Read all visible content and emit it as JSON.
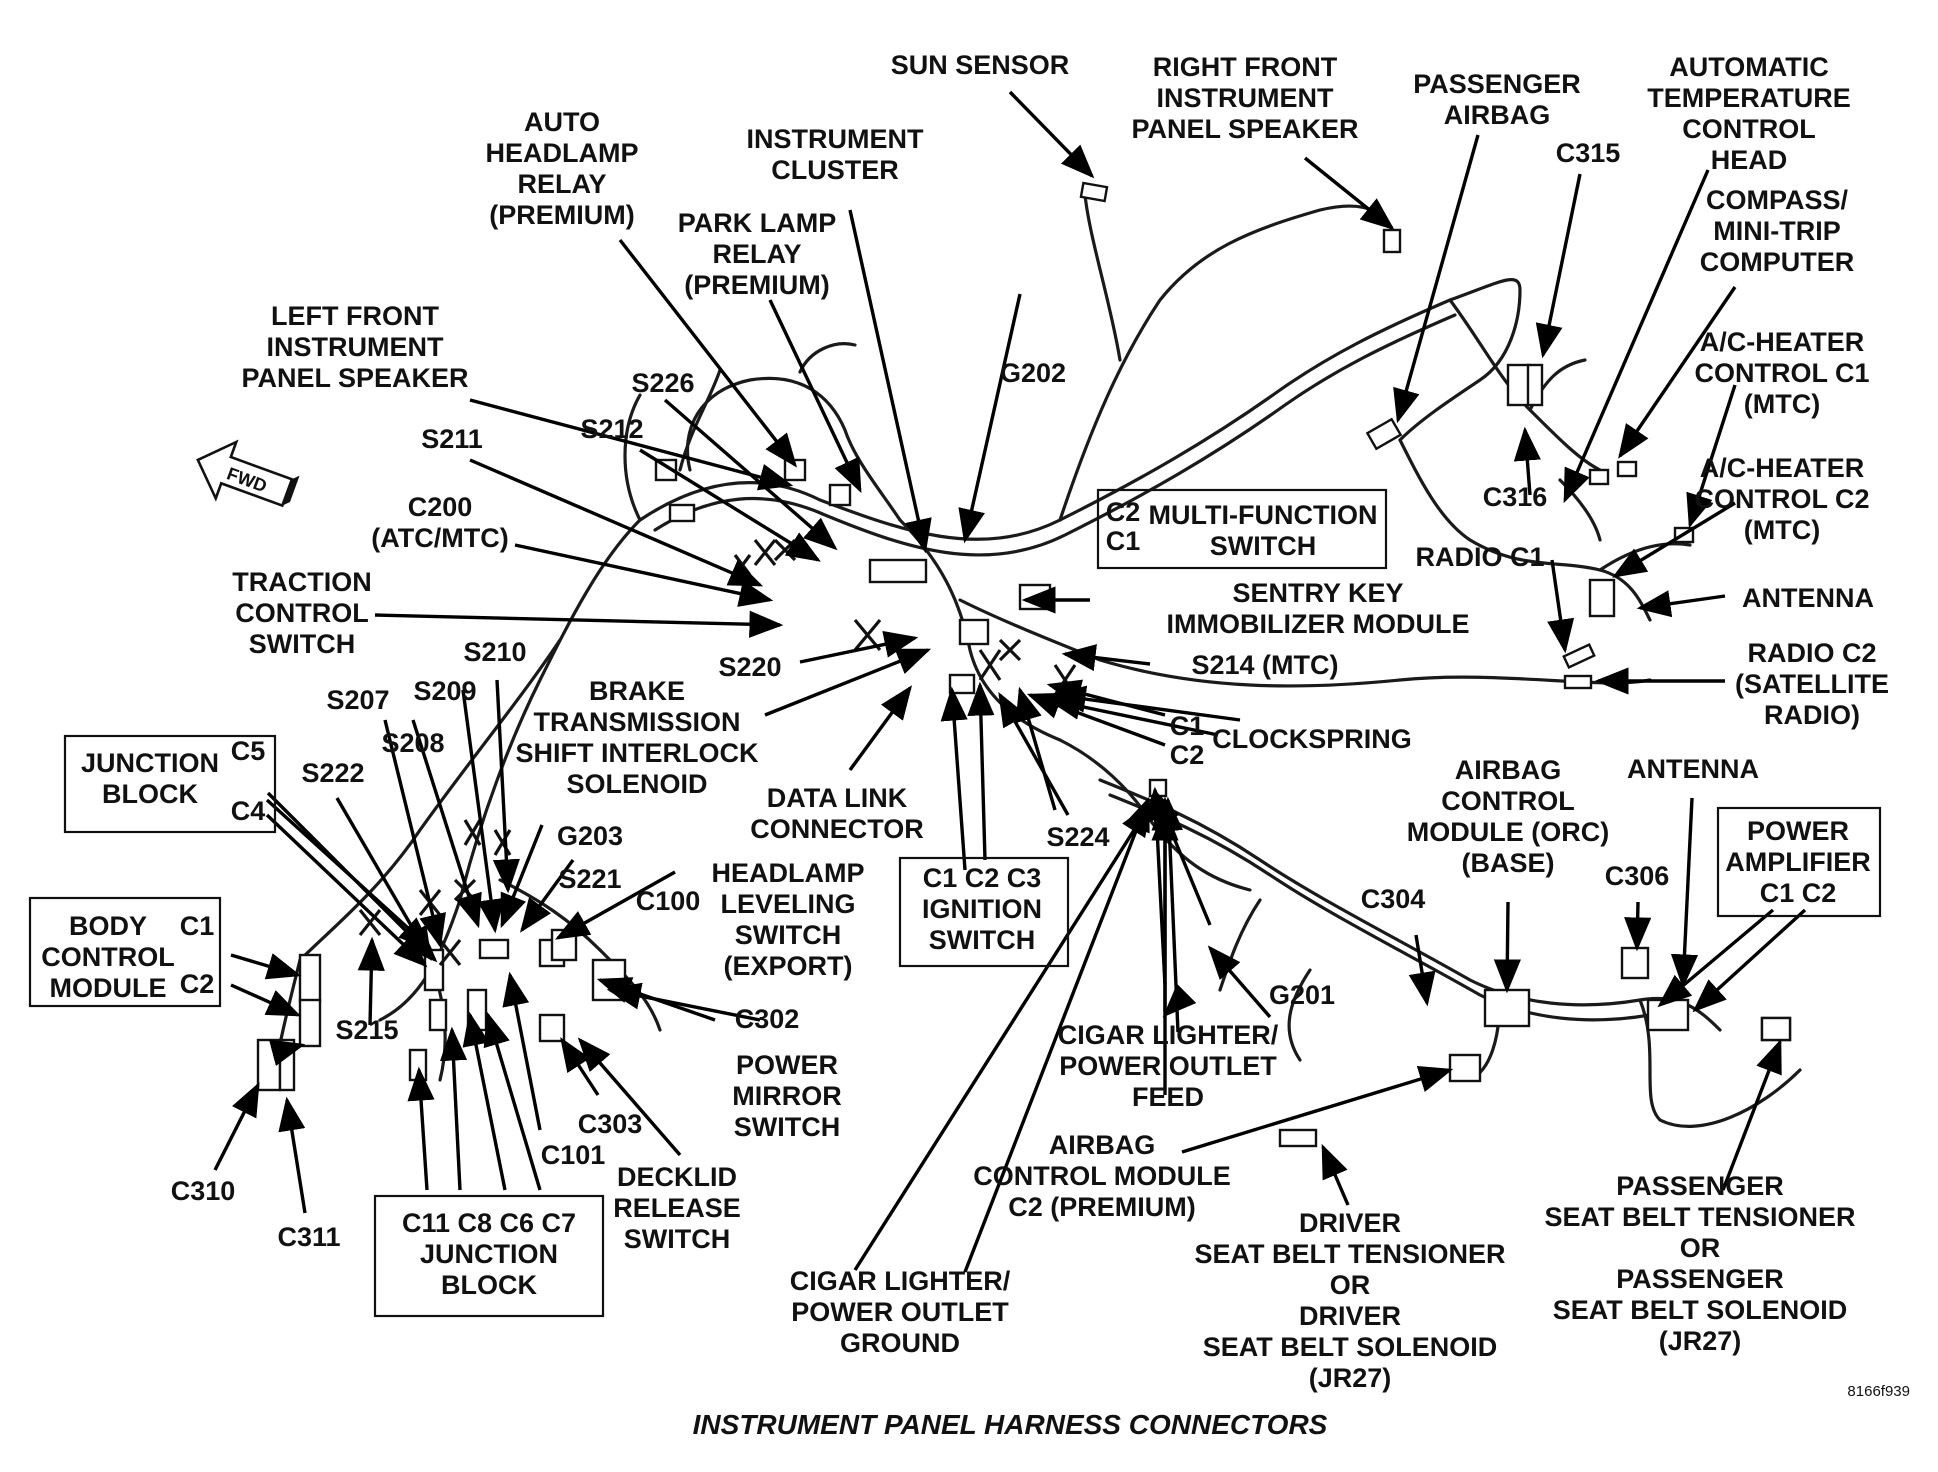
{
  "caption": "INSTRUMENT PANEL HARNESS CONNECTORS",
  "figure_ref": "8166f939",
  "fwd_label": "FWD",
  "labels": {
    "sun_sensor": [
      "SUN SENSOR"
    ],
    "right_front_speaker": [
      "RIGHT FRONT",
      "INSTRUMENT",
      "PANEL SPEAKER"
    ],
    "passenger_airbag": [
      "PASSENGER",
      "AIRBAG"
    ],
    "atc_head": [
      "AUTOMATIC",
      "TEMPERATURE",
      "CONTROL",
      "HEAD"
    ],
    "c315": [
      "C315"
    ],
    "compass": [
      "COMPASS/",
      "MINI-TRIP",
      "COMPUTER"
    ],
    "auto_headlamp_relay": [
      "AUTO",
      "HEADLAMP",
      "RELAY",
      "(PREMIUM)"
    ],
    "instrument_cluster": [
      "INSTRUMENT",
      "CLUSTER"
    ],
    "park_lamp_relay": [
      "PARK LAMP",
      "RELAY",
      "(PREMIUM)"
    ],
    "left_front_speaker": [
      "LEFT FRONT",
      "INSTRUMENT",
      "PANEL SPEAKER"
    ],
    "ac_heater_c1": [
      "A/C-HEATER",
      "CONTROL C1",
      "(MTC)"
    ],
    "s226": [
      "S226"
    ],
    "g202": [
      "G202"
    ],
    "s212": [
      "S212"
    ],
    "s211": [
      "S211"
    ],
    "c316": [
      "C316"
    ],
    "ac_heater_c2": [
      "A/C-HEATER",
      "CONTROL C2",
      "(MTC)"
    ],
    "c200": [
      "C200",
      "(ATC/MTC)"
    ],
    "mfs_c2": [
      "C2"
    ],
    "mfs_c1": [
      "C1"
    ],
    "multi_function_switch": [
      "MULTI-FUNCTION",
      "SWITCH"
    ],
    "radio_c1": [
      "RADIO C1"
    ],
    "traction_control": [
      "TRACTION",
      "CONTROL",
      "SWITCH"
    ],
    "antenna_upper": [
      "ANTENNA"
    ],
    "sentry_key": [
      "SENTRY KEY",
      "IMMOBILIZER MODULE"
    ],
    "s220": [
      "S220"
    ],
    "s214": [
      "S214 (MTC)"
    ],
    "radio_c2": [
      "RADIO C2",
      "(SATELLITE",
      "RADIO)"
    ],
    "s210": [
      "S210"
    ],
    "s207": [
      "S207"
    ],
    "s209": [
      "S209"
    ],
    "brake_shift_interlock": [
      "BRAKE",
      "TRANSMISSION",
      "SHIFT INTERLOCK",
      "SOLENOID"
    ],
    "clock_c1": [
      "C1"
    ],
    "clock_c2": [
      "C2"
    ],
    "clockspring": [
      "CLOCKSPRING"
    ],
    "s208": [
      "S208"
    ],
    "jb_c5": [
      "C5"
    ],
    "jb_c4": [
      "C4"
    ],
    "junction_block": [
      "JUNCTION",
      "BLOCK"
    ],
    "s222": [
      "S222"
    ],
    "data_link": [
      "DATA LINK",
      "CONNECTOR"
    ],
    "airbag_module_base": [
      "AIRBAG",
      "CONTROL",
      "MODULE (ORC)",
      "(BASE)"
    ],
    "antenna_lower": [
      "ANTENNA"
    ],
    "power_amp": [
      "POWER",
      "AMPLIFIER",
      "C1 C2"
    ],
    "s224": [
      "S224"
    ],
    "g203": [
      "G203"
    ],
    "s221": [
      "S221"
    ],
    "c100": [
      "C100"
    ],
    "headlamp_leveling": [
      "HEADLAMP",
      "LEVELING",
      "SWITCH",
      "(EXPORT)"
    ],
    "ignition_switch": [
      "C1 C2 C3",
      "IGNITION",
      "SWITCH"
    ],
    "c306": [
      "C306"
    ],
    "bcm_c1": [
      "C1"
    ],
    "bcm_c2": [
      "C2"
    ],
    "body_control_module": [
      "BODY",
      "CONTROL",
      "MODULE"
    ],
    "c304": [
      "C304"
    ],
    "s215": [
      "S215"
    ],
    "g201": [
      "G201"
    ],
    "c302": [
      "C302"
    ],
    "power_mirror": [
      "POWER",
      "MIRROR",
      "SWITCH"
    ],
    "cigar_feed": [
      "CIGAR LIGHTER/",
      "POWER OUTLET",
      "FEED"
    ],
    "c303": [
      "C303"
    ],
    "c101": [
      "C101"
    ],
    "c310": [
      "C310"
    ],
    "decklid": [
      "DECKLID",
      "RELEASE",
      "SWITCH"
    ],
    "airbag_module_premium": [
      "AIRBAG",
      "CONTROL MODULE",
      "C2 (PREMIUM)"
    ],
    "passenger_tensioner": [
      "PASSENGER",
      "SEAT BELT TENSIONER",
      "OR",
      "PASSENGER",
      "SEAT BELT SOLENOID",
      "(JR27)"
    ],
    "c311": [
      "C311"
    ],
    "jb_lower": [
      "C11 C8 C6 C7",
      "JUNCTION",
      "BLOCK"
    ],
    "driver_tensioner": [
      "DRIVER",
      "SEAT BELT TENSIONER",
      "OR",
      "DRIVER",
      "SEAT BELT SOLENOID",
      "(JR27)"
    ],
    "cigar_ground": [
      "CIGAR LIGHTER/",
      "POWER OUTLET",
      "GROUND"
    ]
  }
}
